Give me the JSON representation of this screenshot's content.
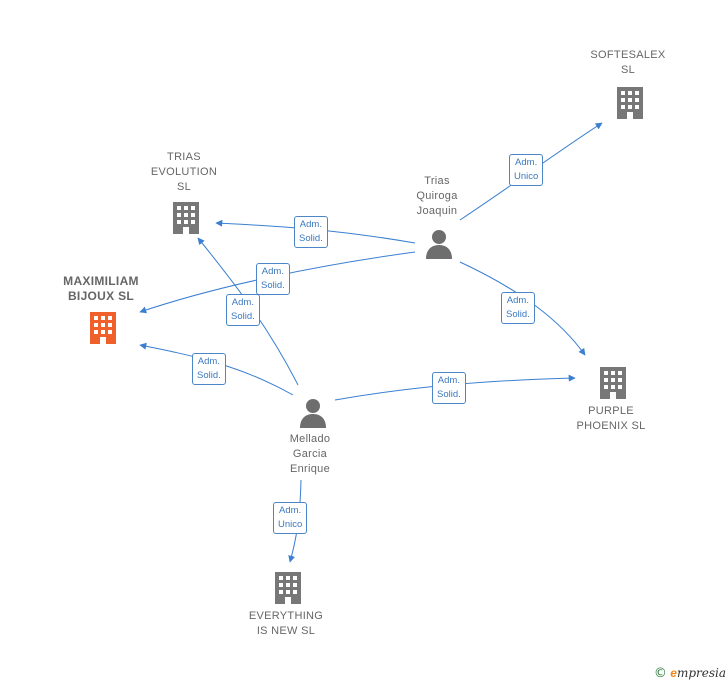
{
  "colors": {
    "edge": "#3a7fd0",
    "company": "#777777",
    "highlight": "#f0602a",
    "person": "#6e6e6e"
  },
  "companies": {
    "softesalex": "SOFTESALEX\nSL",
    "trias_evolution": "TRIAS\nEVOLUTION\nSL",
    "maximiliam": "MAXIMILIAM\nBIJOUX  SL",
    "purple": "PURPLE\nPHOENIX  SL",
    "everything": "EVERYTHING\nIS NEW  SL"
  },
  "people": {
    "trias_quiroga": "Trias\nQuiroga\nJoaquin",
    "mellado": "Mellado\nGarcia\nEnrique"
  },
  "relations": {
    "adm_unico": "Adm.\nUnico",
    "adm_solid": "Adm.\nSolid."
  },
  "brand": {
    "copyright": "©",
    "e": "e",
    "rest": "mpresia"
  }
}
